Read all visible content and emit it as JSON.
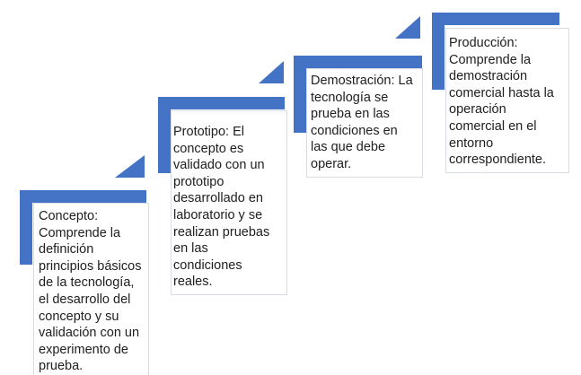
{
  "diagram": {
    "type": "staircase-steps",
    "steps": [
      {
        "id": "concepto",
        "title": "Concepto",
        "text": "Concepto:\nComprende la\ndefinición\nprincipios básicos\nde la tecnología,\nel desarrollo del\nconcepto y su\nvalidación con un\nexperimento de\nprueba."
      },
      {
        "id": "prototipo",
        "title": "Prototipo",
        "text": "Prototipo: El\nconcepto es\nvalidado con un\nprototipo\ndesarrollado en\nlaboratorio y se\nrealizan pruebas\nen las\ncondiciones\nreales."
      },
      {
        "id": "demostracion",
        "title": "Demostración",
        "text": "Demostración: La\ntecnología se\nprueba en las\ncondiciones en\nlas que debe\noperar."
      },
      {
        "id": "produccion",
        "title": "Producción",
        "text": "Producción:\nComprende la\ndemostración\ncomercial hasta la\noperación\ncomercial en el\nentorno\ncorrespondiente."
      }
    ]
  },
  "colors": {
    "accent": "#4472C4",
    "box_border": "#D7DCE5",
    "text_color": "#202020",
    "background": "#FFFFFF"
  }
}
